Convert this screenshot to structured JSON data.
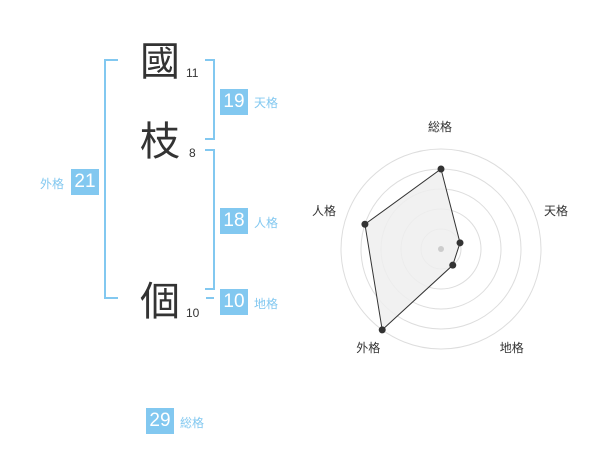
{
  "name_chars": [
    {
      "char": "國",
      "strokes": "11"
    },
    {
      "char": "枝",
      "strokes": "8"
    },
    {
      "char": "個",
      "strokes": "10"
    }
  ],
  "fortunes": {
    "tenkaku": {
      "value": "19",
      "label": "天格"
    },
    "jinkaku": {
      "value": "18",
      "label": "人格"
    },
    "chikaku": {
      "value": "10",
      "label": "地格"
    },
    "gaikaku": {
      "value": "21",
      "label": "外格"
    },
    "soukaku": {
      "value": "29",
      "label": "総格"
    }
  },
  "colors": {
    "accent": "#82c8f0",
    "text": "#333333",
    "grid": "#dddddd",
    "fill": "#efefef"
  },
  "chart_data": {
    "type": "radar",
    "axes": [
      "総格",
      "天格",
      "地格",
      "外格",
      "人格"
    ],
    "levels": 5,
    "values": [
      4,
      1,
      1,
      5,
      4
    ]
  }
}
